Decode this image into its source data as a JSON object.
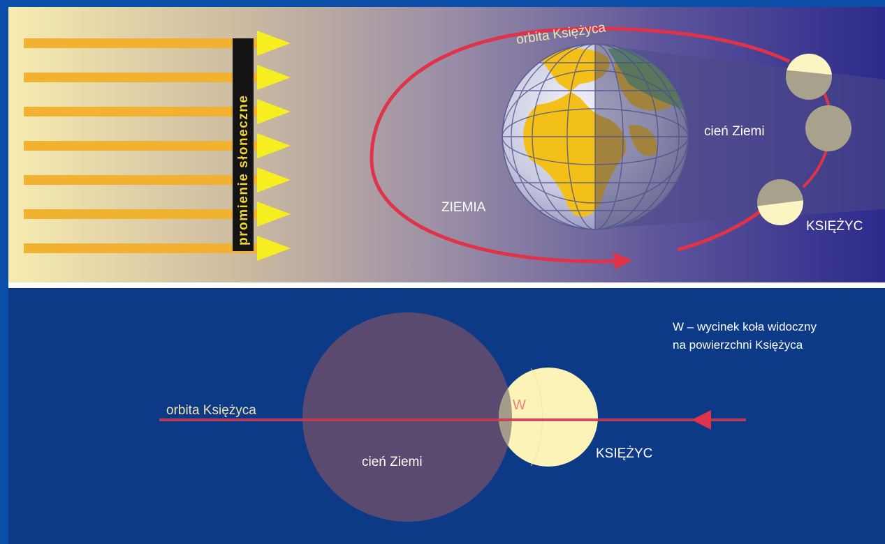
{
  "top_panel": {
    "sun_rays_label": "promienie słoneczne",
    "moon_orbit_label": "orbita Księżyca",
    "earth_label": "ZIEMIA",
    "earth_shadow_label": "cień Ziemi",
    "moon_label": "KSIĘŻYC",
    "ray_count": 7
  },
  "bottom_panel": {
    "moon_orbit_label": "orbita Księżyca",
    "earth_shadow_label": "cień Ziemi",
    "moon_label": "KSIĘŻYC",
    "segment_letter": "W",
    "legend_line1": "W – wycinek koła widoczny",
    "legend_line2": "na powierzchni Księżyca"
  },
  "colors": {
    "frame": "#0a4ea8",
    "top_bg_left": "#f6e7a2",
    "top_bg_mid": "#948aa6",
    "top_bg_right": "#2f2b8e",
    "bottom_bg": "#0d3a86",
    "orbit": "#e03248",
    "ray": "#f0b230",
    "arrow_head": "#f7ee1f",
    "land": "#f3c01a",
    "ocean": "#d4d4e6",
    "moon_light": "#fbf5c3",
    "moon_shadowed": "#a19c88",
    "shadow_circle": "#5a4a70"
  }
}
